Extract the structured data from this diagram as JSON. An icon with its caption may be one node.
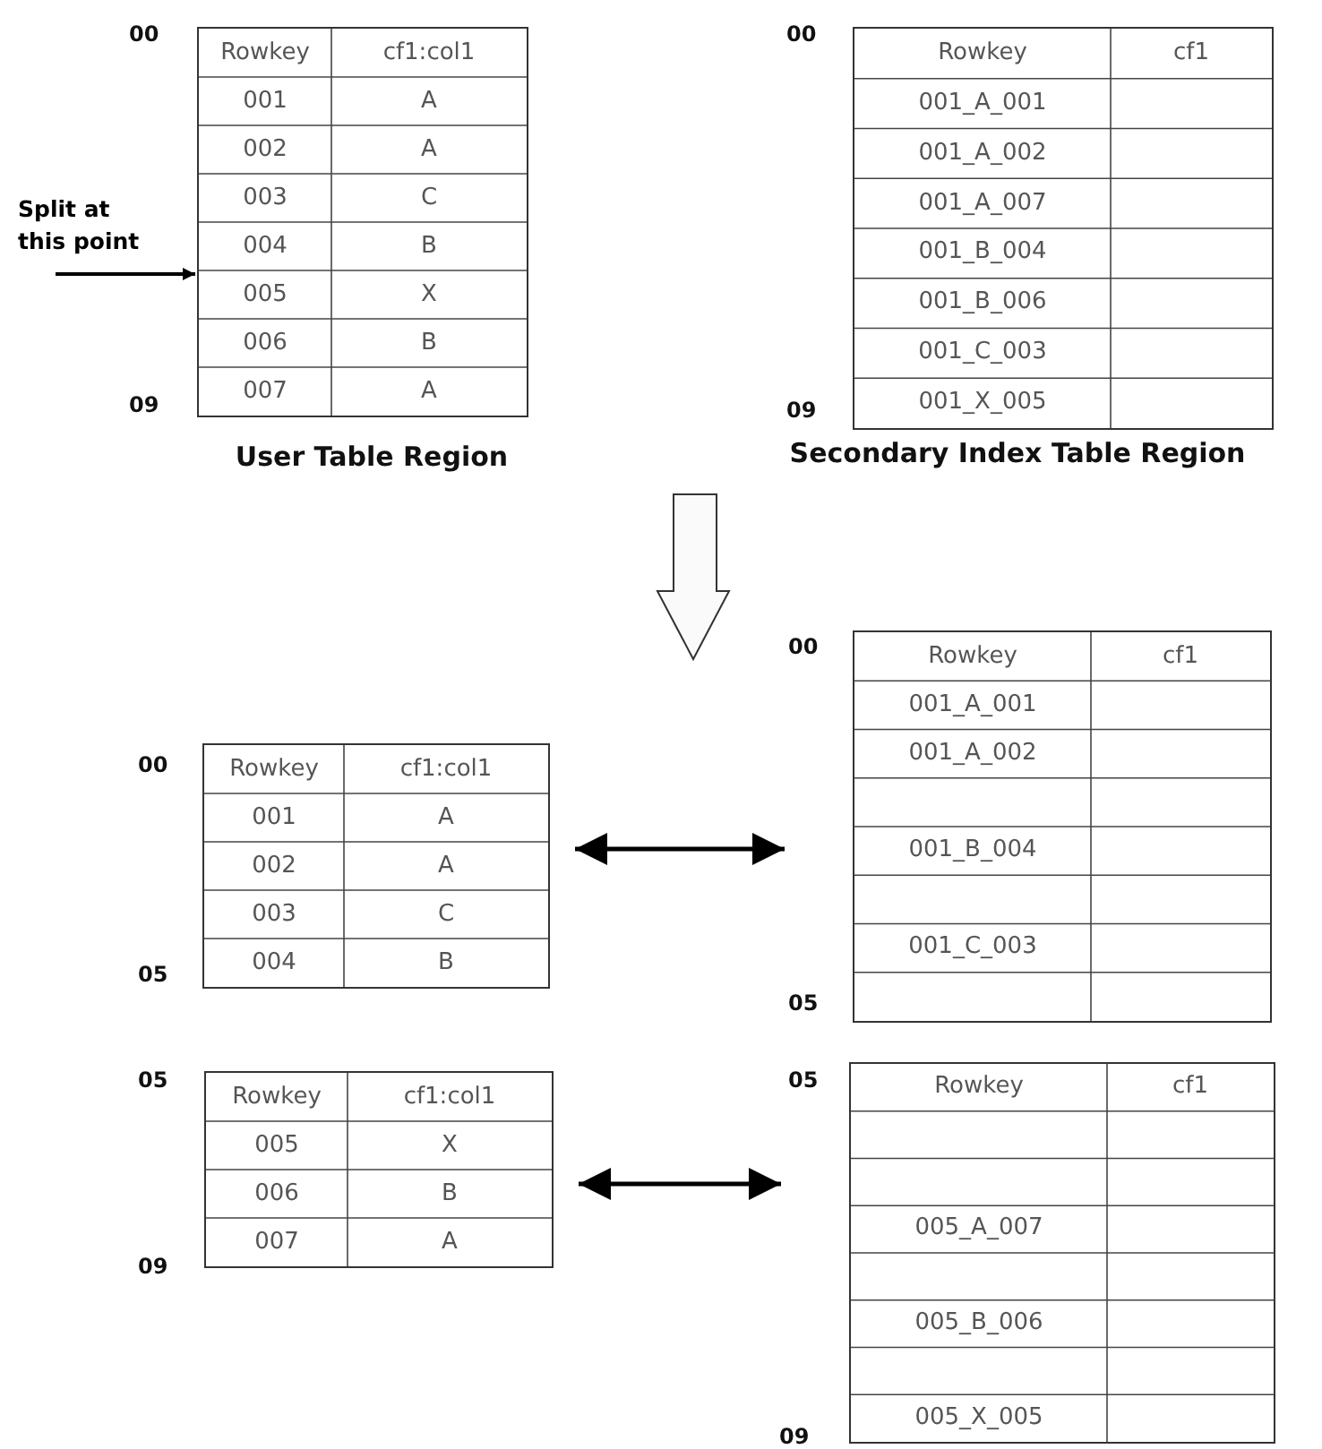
{
  "diagram": {
    "nodes": [
      {
        "text": [
          "Split at this point"
        ]
      },
      {
        "text": [
          "Rowkey",
          "cf1:col1",
          "001",
          "A",
          "002",
          "A",
          "003",
          "C",
          "004",
          "B",
          "005",
          "X",
          "006",
          "B",
          "007",
          "A"
        ],
        "beside": [
          "00",
          "09",
          "User Table Region"
        ]
      },
      {
        "text": [
          "Rowkey",
          "cf1",
          "001_A_001",
          "001_A_002",
          "001_A_007",
          "001_B_004",
          "001_B_006",
          "001_C_003",
          "001_X_005"
        ],
        "beside": [
          "00",
          "09",
          "Secondary Index Table Region"
        ]
      },
      {
        "text": [
          "Rowkey",
          "cf1:col1",
          "001",
          "A",
          "002",
          "A",
          "003",
          "C",
          "004",
          "B"
        ],
        "beside": [
          "00",
          "05"
        ]
      },
      {
        "text": [
          "Rowkey",
          "cf1",
          "001_A_001",
          "001_A_002",
          "001_B_004",
          "001_C_003"
        ],
        "beside": [
          "00",
          "05"
        ]
      },
      {
        "text": [
          "Rowkey",
          "cf1:col1",
          "005",
          "X",
          "006",
          "B",
          "007",
          "A"
        ],
        "beside": [
          "05",
          "09"
        ]
      },
      {
        "text": [
          "Rowkey",
          "cf1",
          "005_A_007",
          "005_B_006",
          "005_X_005"
        ],
        "beside": [
          "05",
          "09"
        ]
      }
    ],
    "edges": [
      {
        "from": 0,
        "to": 1,
        "arrow": "to"
      },
      {
        "from": 3,
        "to": 4,
        "arrow": "both"
      },
      {
        "from": 5,
        "to": 6,
        "arrow": "both"
      }
    ]
  }
}
